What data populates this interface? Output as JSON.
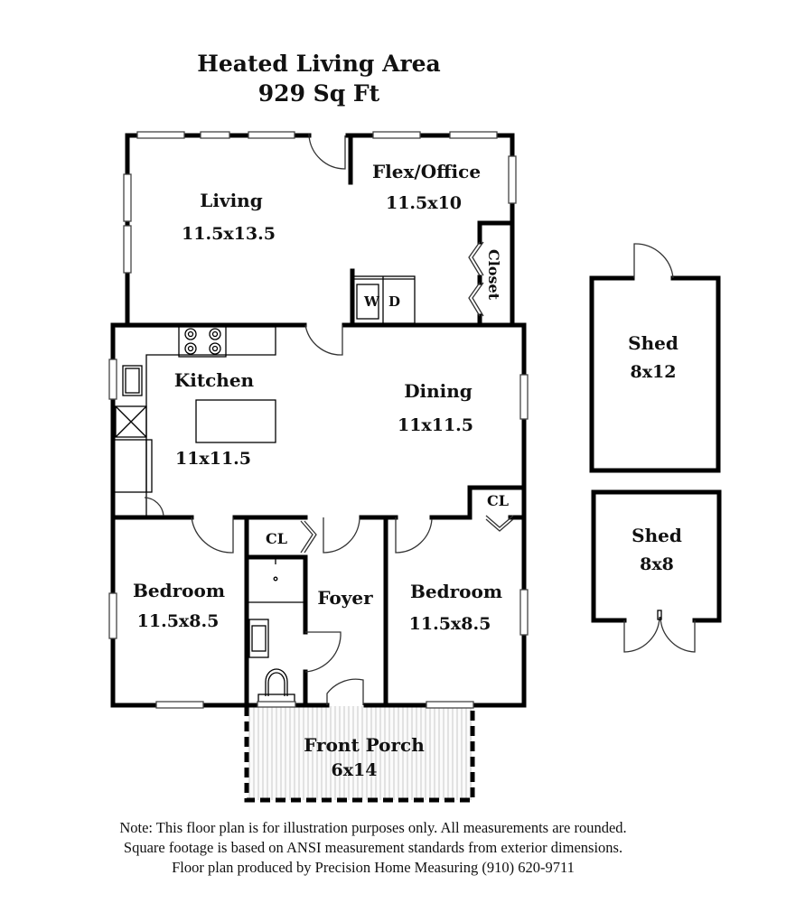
{
  "header": {
    "title": "Heated Living Area",
    "area": "929 Sq Ft"
  },
  "rooms": {
    "living": {
      "name": "Living",
      "size": "11.5x13.5"
    },
    "flex_office": {
      "name": "Flex/Office",
      "size": "11.5x10"
    },
    "closet_flex": {
      "name": "Closet"
    },
    "washer": {
      "name": "W"
    },
    "dryer": {
      "name": "D"
    },
    "kitchen": {
      "name": "Kitchen",
      "size": "11x11.5"
    },
    "dining": {
      "name": "Dining",
      "size": "11x11.5"
    },
    "closet_dining": {
      "name": "CL"
    },
    "closet_hall": {
      "name": "CL"
    },
    "bedroom_left": {
      "name": "Bedroom",
      "size": "11.5x8.5"
    },
    "foyer": {
      "name": "Foyer"
    },
    "bedroom_right": {
      "name": "Bedroom",
      "size": "11.5x8.5"
    },
    "front_porch": {
      "name": "Front Porch",
      "size": "6x14"
    },
    "shed_large": {
      "name": "Shed",
      "size": "8x12"
    },
    "shed_small": {
      "name": "Shed",
      "size": "8x8"
    }
  },
  "notes": [
    "Note: This floor plan is for illustration purposes only. All measurements are rounded.",
    "Square footage is based on ANSI measurement standards from exterior dimensions.",
    "Floor plan produced by Precision Home Measuring (910) 620-9711"
  ],
  "colors": {
    "wall": "#000000",
    "porch_hatch": "#c9c9c9",
    "text": "#111111",
    "background": "#ffffff"
  }
}
